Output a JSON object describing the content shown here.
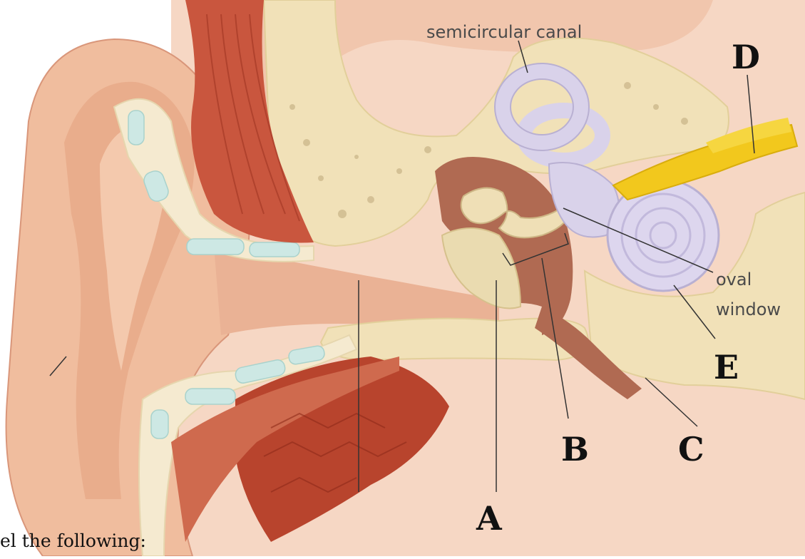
{
  "diagram": {
    "labels": {
      "semicircular": "semicircular canal",
      "oval_line1": "oval",
      "oval_line2": "window",
      "A": "A",
      "B": "B",
      "C": "C",
      "D": "D",
      "E": "E"
    },
    "instruction": "el the following:"
  },
  "colors": {
    "skin": "#f2c3a6",
    "bone": "#f4e6c2",
    "muscle": "#c8563c",
    "cochlea": "#d9d2ea",
    "nerve": "#f2c81d",
    "cartilage": "#cfe9e6"
  }
}
